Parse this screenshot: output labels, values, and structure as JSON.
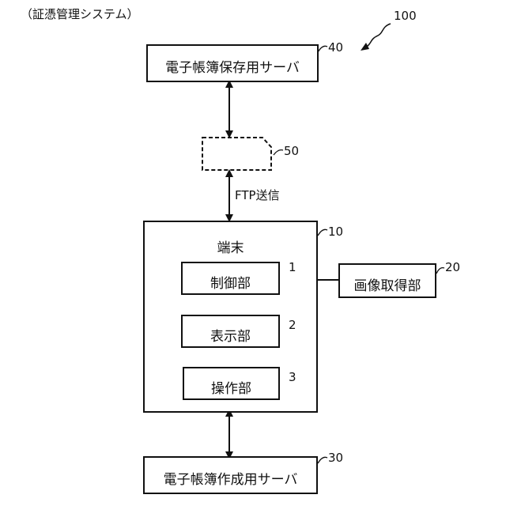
{
  "title": "（証憑管理システム）",
  "system_ref": "100",
  "nodes": {
    "storage_server": {
      "label": "電子帳簿保存用サーバ",
      "ref": "40"
    },
    "file_50": {
      "ref": "50"
    },
    "terminal": {
      "label": "端末",
      "ref": "10"
    },
    "control_unit": {
      "label": "制御部",
      "ref": "1"
    },
    "display_unit": {
      "label": "表示部",
      "ref": "2"
    },
    "operation_unit": {
      "label": "操作部",
      "ref": "3"
    },
    "image_acquisition": {
      "label": "画像取得部",
      "ref": "20"
    },
    "creation_server": {
      "label": "電子帳簿作成用サーバ",
      "ref": "30"
    }
  },
  "edges": {
    "ftp": {
      "label": "FTP送信"
    }
  }
}
